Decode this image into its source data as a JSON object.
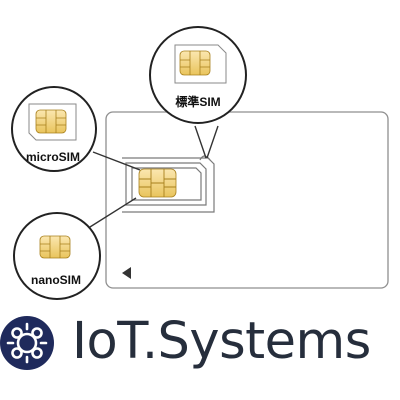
{
  "diagram": {
    "callouts": [
      {
        "id": "standard",
        "label": "標準SIM"
      },
      {
        "id": "micro",
        "label": "microSIM"
      },
      {
        "id": "nano",
        "label": "nanoSIM"
      }
    ]
  },
  "brand": {
    "name": "IoT.Systems",
    "logo_icon": "circular-chip-logo",
    "colors": {
      "logo": "#1f2a5c",
      "text": "#262e3c",
      "chip": "#f6d98a"
    }
  }
}
